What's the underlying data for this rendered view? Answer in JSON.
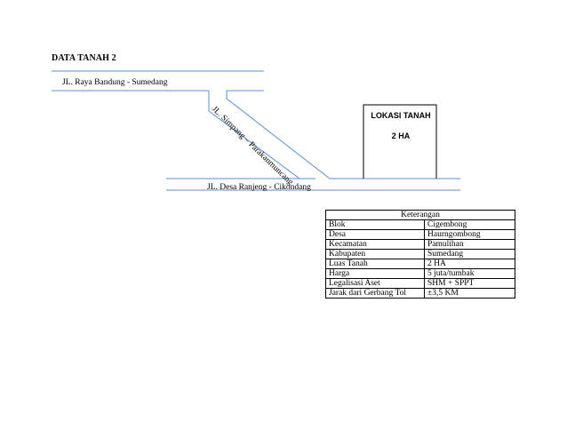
{
  "document": {
    "title": "DATA TANAH 2"
  },
  "map": {
    "road_top_label": "JL. Raya Bandung - Sumedang",
    "road_diag_label": "JL. Simpang – Parakanmuncang",
    "road_bottom_label": "JL. Desa Ranjeng - Cikondang",
    "plot_label": "LOKASI TANAH",
    "plot_size": "2 HA",
    "road_color": "#5b8fd6"
  },
  "keterangan": {
    "header": "Keterangan",
    "rows": [
      {
        "key": "Blok",
        "value": "Cigembong"
      },
      {
        "key": "Desa",
        "value": "Haurngombong"
      },
      {
        "key": "Kecamatan",
        "value": "Pamulihan"
      },
      {
        "key": "Kabupaten",
        "value": "Sumedang"
      },
      {
        "key": "Luas Tanah",
        "value": "2 HA"
      },
      {
        "key": "Harga",
        "value": "5 juta/tumbak"
      },
      {
        "key": "Legalisasi Aset",
        "value": "SHM + SPPT"
      },
      {
        "key": "Jarak dari Gerbang Tol",
        "value": "±3,5 KM"
      }
    ]
  }
}
